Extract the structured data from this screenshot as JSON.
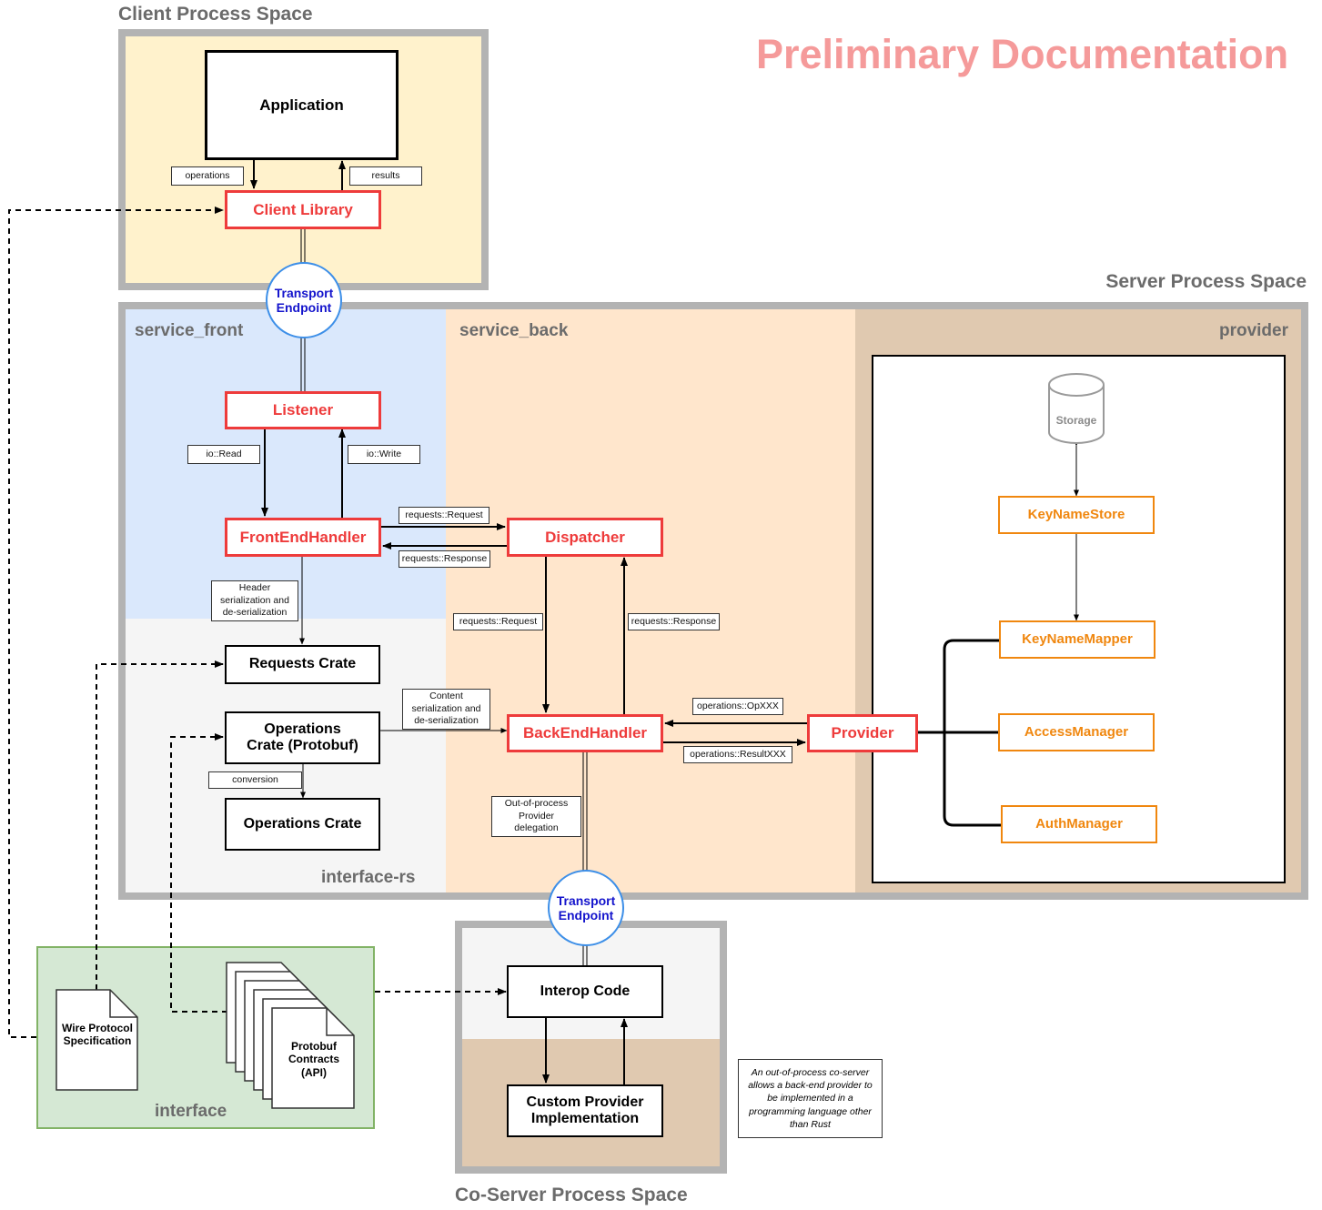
{
  "banner": "Preliminary Documentation",
  "regions": {
    "client": "Client Process Space",
    "server": "Server Process Space",
    "coserver": "Co-Server Process Space",
    "service_front": "service_front",
    "service_back": "service_back",
    "provider": "provider",
    "interface_rs": "interface-rs",
    "interface": "interface"
  },
  "components": {
    "application": "Application",
    "client_library": "Client Library",
    "listener": "Listener",
    "frontend_handler": "FrontEndHandler",
    "dispatcher": "Dispatcher",
    "backend_handler": "BackEndHandler",
    "provider": "Provider",
    "requests_crate": "Requests Crate",
    "operations_crate_protobuf": "Operations Crate (Protobuf)",
    "operations_crate": "Operations Crate",
    "interop_code": "Interop Code",
    "custom_provider": "Custom Provider Implementation",
    "key_name_store": "KeyNameStore",
    "key_name_mapper": "KeyNameMapper",
    "access_manager": "AccessManager",
    "auth_manager": "AuthManager",
    "storage": "Storage",
    "wire_protocol": "Wire Protocol Specification",
    "protobuf_contracts": "Protobuf Contracts (API)"
  },
  "endpoints": {
    "top": "Transport Endpoint",
    "bottom": "Transport Endpoint"
  },
  "labels": {
    "operations": "operations",
    "results": "results",
    "io_read": "io::Read",
    "io_write": "io::Write",
    "req_request_h": "requests::Request",
    "req_response_h": "requests::Response",
    "header_serial": "Header serialization and de-serialization",
    "req_request_v": "requests::Request",
    "req_response_v": "requests::Response",
    "content_serial": "Content serialization and de-serialization",
    "ops_opxxx": "operations::OpXXX",
    "ops_resultxxx": "operations::ResultXXX",
    "conversion": "conversion",
    "oop_delegation": "Out-of-process Provider delegation"
  },
  "note": "An out-of-process co-server allows a back-end provider to be implemented in a programming language other than Rust",
  "colors": {
    "red": "#ee3b3b",
    "orange": "#f0870f",
    "endpoint_text": "#1414cc",
    "banner": "#f59a9a",
    "client_fill": "#fff2cc",
    "front_fill": "#dae8fc",
    "back_fill": "#ffe6cc",
    "provider_fill": "#e0c9b0",
    "interface_fill": "#d5e8d4",
    "grey_fill": "#f5f5f5"
  }
}
